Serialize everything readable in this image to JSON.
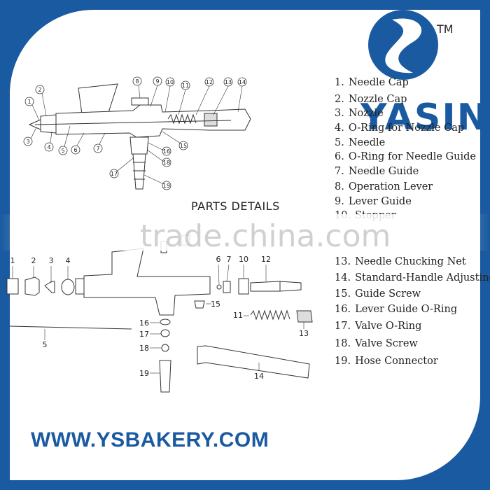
{
  "brand": {
    "name": "YASIN",
    "trademark": "TM",
    "logo_color": "#1a5aa0"
  },
  "frame_color": "#1a5aa0",
  "section_title": "PARTS DETAILS",
  "watermark": "trade.china.com",
  "website": "WWW.YSBAKERY.COM",
  "parts": [
    {
      "num": "1.",
      "name": "Needle Cap"
    },
    {
      "num": "2.",
      "name": "Nozzle Cap"
    },
    {
      "num": "3.",
      "name": "Nozzle"
    },
    {
      "num": "4.",
      "name": "O-Ring for Nozzle Cap"
    },
    {
      "num": "5.",
      "name": "Needle"
    },
    {
      "num": "6.",
      "name": "O-Ring for Needle Guide"
    },
    {
      "num": "7.",
      "name": "Needle Guide"
    },
    {
      "num": "8.",
      "name": "Operation Lever"
    },
    {
      "num": "9.",
      "name": "Lever Guide"
    },
    {
      "num": "10.",
      "name": "Stopper"
    },
    {
      "num": "13.",
      "name": "Needle Chucking Net"
    },
    {
      "num": "14.",
      "name": "Standard-Handle Adjusting"
    },
    {
      "num": "15.",
      "name": "Guide Screw"
    },
    {
      "num": "16.",
      "name": "Lever Guide O-Ring"
    },
    {
      "num": "17.",
      "name": "Valve O-Ring"
    },
    {
      "num": "18.",
      "name": "Valve Screw"
    },
    {
      "num": "19.",
      "name": "Hose Connector"
    }
  ],
  "top_callouts": [
    "1",
    "2",
    "3",
    "4",
    "5",
    "6",
    "7",
    "8",
    "9",
    "10",
    "11",
    "12",
    "13",
    "14",
    "15",
    "16",
    "17",
    "18",
    "19"
  ],
  "bottom_labels": [
    "1",
    "2",
    "3",
    "4",
    "5",
    "6",
    "7",
    "10",
    "12",
    "15",
    "11",
    "13",
    "16",
    "17",
    "18",
    "19",
    "14"
  ]
}
